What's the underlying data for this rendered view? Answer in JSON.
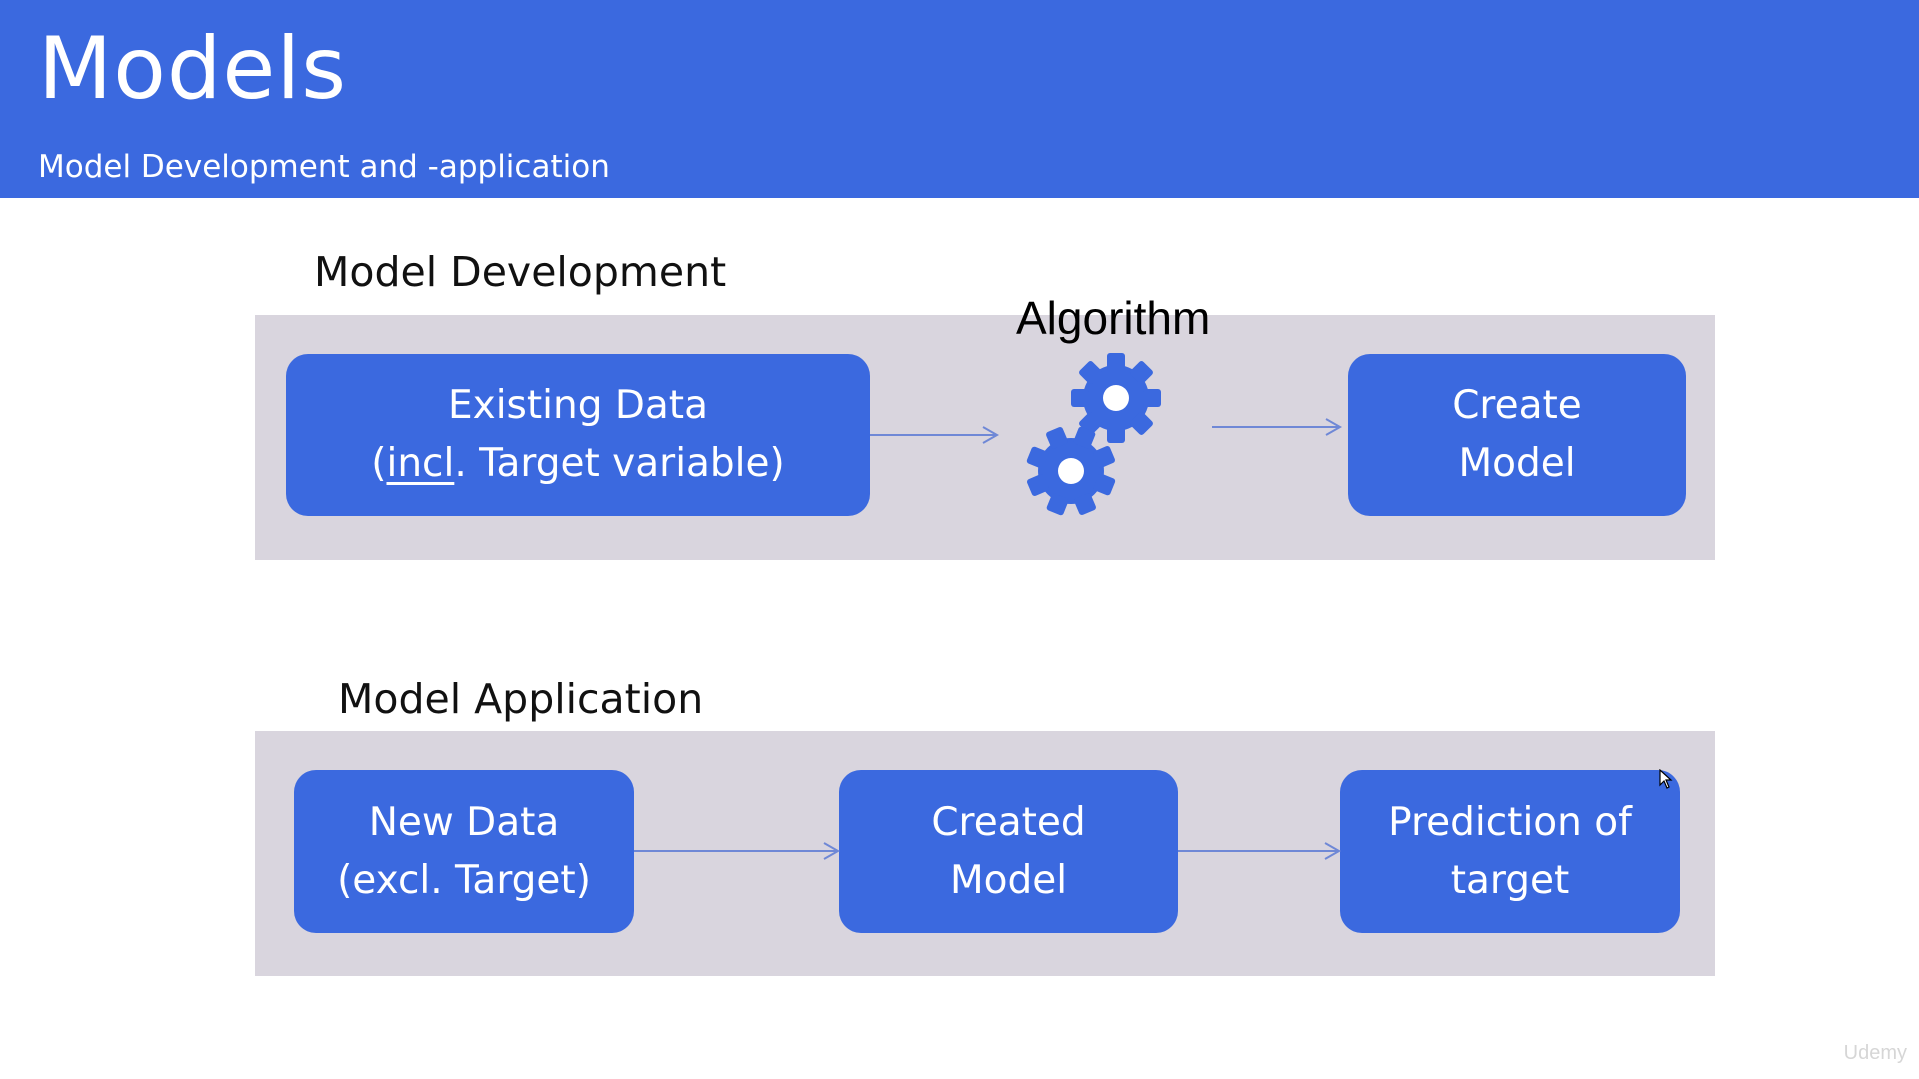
{
  "slide": {
    "title": "Models",
    "subtitle": "Model Development and -application"
  },
  "development": {
    "label": "Model Development",
    "existing_data_line1": "Existing Data",
    "existing_data_open": "(",
    "existing_data_incl": "incl",
    "existing_data_rest": ". Target variable)",
    "algorithm_label": "Algorithm",
    "create_model_line1": "Create",
    "create_model_line2": "Model"
  },
  "application": {
    "label": "Model Application",
    "new_data_line1": "New Data",
    "new_data_line2": "(excl. Target)",
    "created_model_line1": "Created",
    "created_model_line2": "Model",
    "prediction_line1": "Prediction of",
    "prediction_line2": "target"
  },
  "watermark": "Udemy",
  "colors": {
    "header": "#3b69df",
    "box": "#3b69df",
    "panel": "#d9d5de",
    "arrow": "#6f88d6"
  }
}
